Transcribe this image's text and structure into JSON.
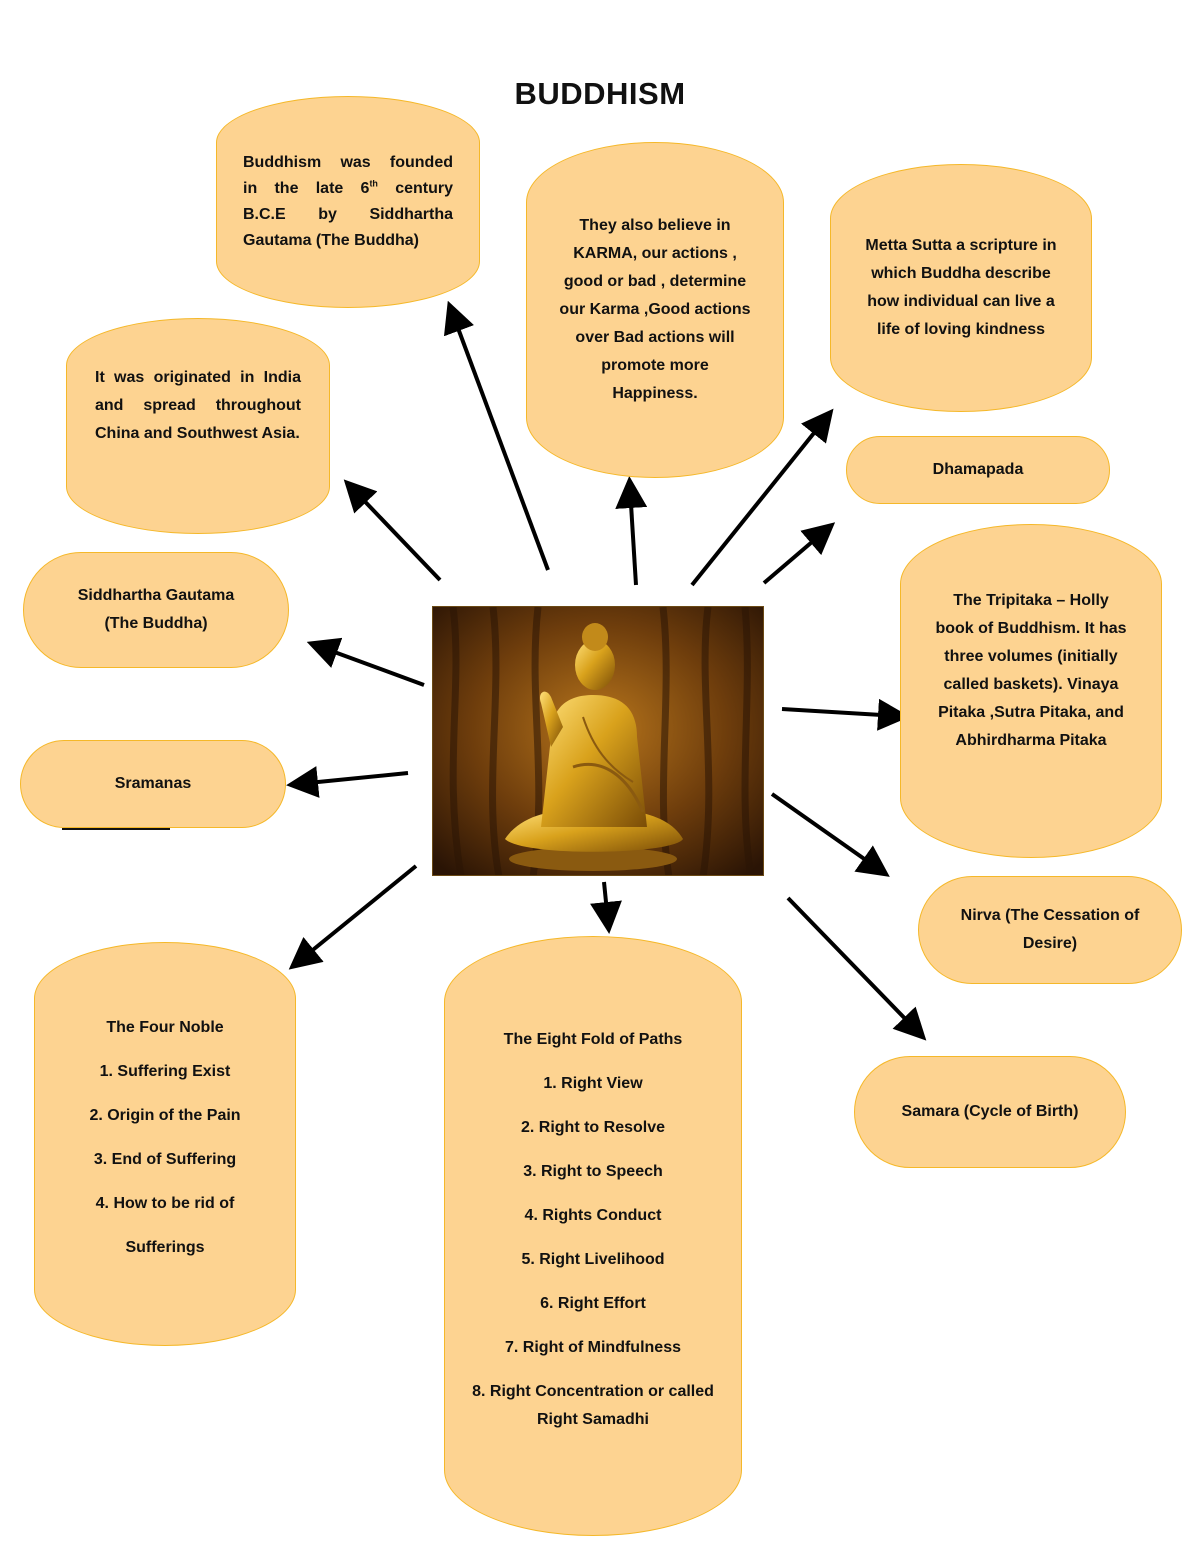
{
  "title": "BUDDHISM",
  "center_image": {
    "alt": "Golden seated Buddha statue",
    "icon": "buddha-statue-image"
  },
  "nodes": {
    "founded": {
      "text": "Buddhism was founded in the late 6th century B.C.E by Siddhartha Gautama (The Buddha)",
      "line1": "Buddhism was founded",
      "line2a": "in the late 6",
      "sup": "th",
      "line2b": " century",
      "line3": "B.C.E by Siddhartha",
      "line4": "Gautama (The Buddha)"
    },
    "origin": {
      "text": "It was originated in India and spread throughout China and Southwest Asia."
    },
    "karma": {
      "text": "They also believe in KARMA, our actions , good or bad , determine our Karma ,Good actions over Bad actions will promote more Happiness."
    },
    "metta": {
      "text": "Metta Sutta a scripture in which Buddha describe how individual can live a life of loving kindness"
    },
    "dhamapada": {
      "text": "Dhamapada"
    },
    "tripitaka": {
      "text": "The Tripitaka – Holly book of Buddhism. It has three volumes (initially called baskets). Vinaya Pitaka ,Sutra Pitaka, and Abhirdharma Pitaka"
    },
    "siddhartha": {
      "text": "Siddhartha Gautama (The Buddha)"
    },
    "sramanas": {
      "text": "Sramanas"
    },
    "nirva": {
      "text": "Nirva (The Cessation of Desire)"
    },
    "samara": {
      "text": "Samara (Cycle of Birth)"
    },
    "four_noble": {
      "heading": "The Four Noble",
      "items": [
        "1. Suffering Exist",
        "2. Origin of the Pain",
        "3. End of Suffering",
        "4. How to be rid of",
        "Sufferings"
      ]
    },
    "eightfold": {
      "heading": "The Eight Fold of Paths",
      "items": [
        "1. Right View",
        "2. Right to Resolve",
        "3. Right to Speech",
        "4. Rights Conduct",
        "5. Right Livelihood",
        "6. Right Effort",
        "7. Right of Mindfulness",
        "8. Right Concentration or called Right Samadhi"
      ]
    },
    "colors": {
      "fill": "#fdd391",
      "border": "#f5b829",
      "arrow": "#000000"
    }
  }
}
